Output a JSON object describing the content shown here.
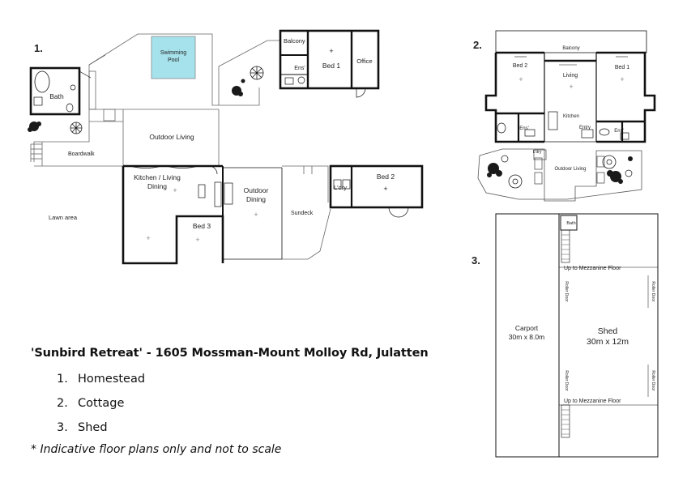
{
  "numbers": {
    "homestead": "1.",
    "cottage": "2.",
    "shed": "3."
  },
  "homestead": {
    "swimming_pool_line1": "Swimming",
    "swimming_pool_line2": "Pool",
    "balcony": "Balcony",
    "bed1": "Bed 1",
    "ensuite": "Ens'",
    "office": "Office",
    "bath": "Bath",
    "outdoor_living": "Outdoor Living",
    "boardwalk": "Boardwalk",
    "kitchen_living_line1": "Kitchen / Living",
    "kitchen_living_line2": "Dining",
    "outdoor_dining_line1": "Outdoor",
    "outdoor_dining_line2": "Dining",
    "bed3": "Bed 3",
    "lawn_area": "Lawn area",
    "sundeck": "Sundeck",
    "laundry": "L'dry",
    "bed2": "Bed 2"
  },
  "cottage": {
    "balcony": "Balcony",
    "bed2": "Bed 2",
    "bed1": "Bed 1",
    "living": "Living",
    "kitchen": "Kitchen",
    "ensuite_left": "Ens'",
    "ensuite_right": "Ens'",
    "entry": "Entry",
    "laundry": "L'dry",
    "outdoor_living": "Outdoor Living"
  },
  "shed": {
    "bath": "Bath",
    "up_to_mezzanine_top": "Up to Mezzanine Floor",
    "up_to_mezzanine_bottom": "Up to Mezzanine Floor",
    "carport_line1": "Carport",
    "carport_line2": "30m x 8.0m",
    "shed_line1": "Shed",
    "shed_line2": "30m x 12m",
    "roller_door": "Roller Door"
  },
  "title": "'Sunbird Retreat' - 1605 Mossman-Mount Molloy Rd, Julatten",
  "legend": [
    {
      "num": "1.",
      "label": "Homestead"
    },
    {
      "num": "2.",
      "label": "Cottage"
    },
    {
      "num": "3.",
      "label": "Shed"
    }
  ],
  "disclaimer": "* Indicative floor plans only and not to scale",
  "colors": {
    "pool": "#a6e2ec",
    "wall": "#111111",
    "thin_line": "#555555",
    "plant": "#1a1a1a"
  }
}
